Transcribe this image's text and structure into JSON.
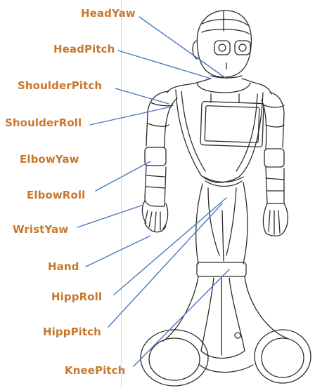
{
  "colors": {
    "label": "#c8782c",
    "leader_line": "#4a78c0",
    "sketch": "#2b2b2b",
    "divider": "#d9d9d9"
  },
  "joints": [
    {
      "id": "headyaw",
      "label": "HeadYaw"
    },
    {
      "id": "headpitch",
      "label": "HeadPitch"
    },
    {
      "id": "shoulderpitch",
      "label": "ShoulderPitch"
    },
    {
      "id": "shoulderroll",
      "label": "ShoulderRoll"
    },
    {
      "id": "elbowyaw",
      "label": "ElbowYaw"
    },
    {
      "id": "elbowroll",
      "label": "ElbowRoll"
    },
    {
      "id": "wristyaw",
      "label": "WristYaw"
    },
    {
      "id": "hand",
      "label": "Hand"
    },
    {
      "id": "hipproll",
      "label": "HippRoll"
    },
    {
      "id": "hipppitch",
      "label": "HippPitch"
    },
    {
      "id": "kneepitch",
      "label": "KneePitch"
    }
  ]
}
